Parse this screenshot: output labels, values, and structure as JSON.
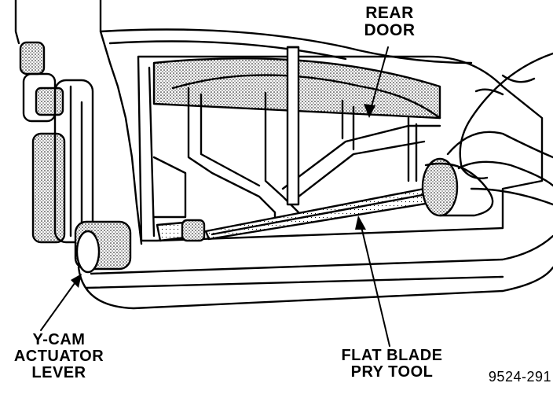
{
  "diagram": {
    "labels": {
      "rear_door": [
        "REAR",
        "DOOR"
      ],
      "ycam_actuator": [
        "Y-CAM",
        "ACTUATOR",
        "LEVER"
      ],
      "flat_blade_tool": [
        "FLAT BLADE",
        "PRY TOOL"
      ],
      "figure_number": "9524-291"
    }
  }
}
